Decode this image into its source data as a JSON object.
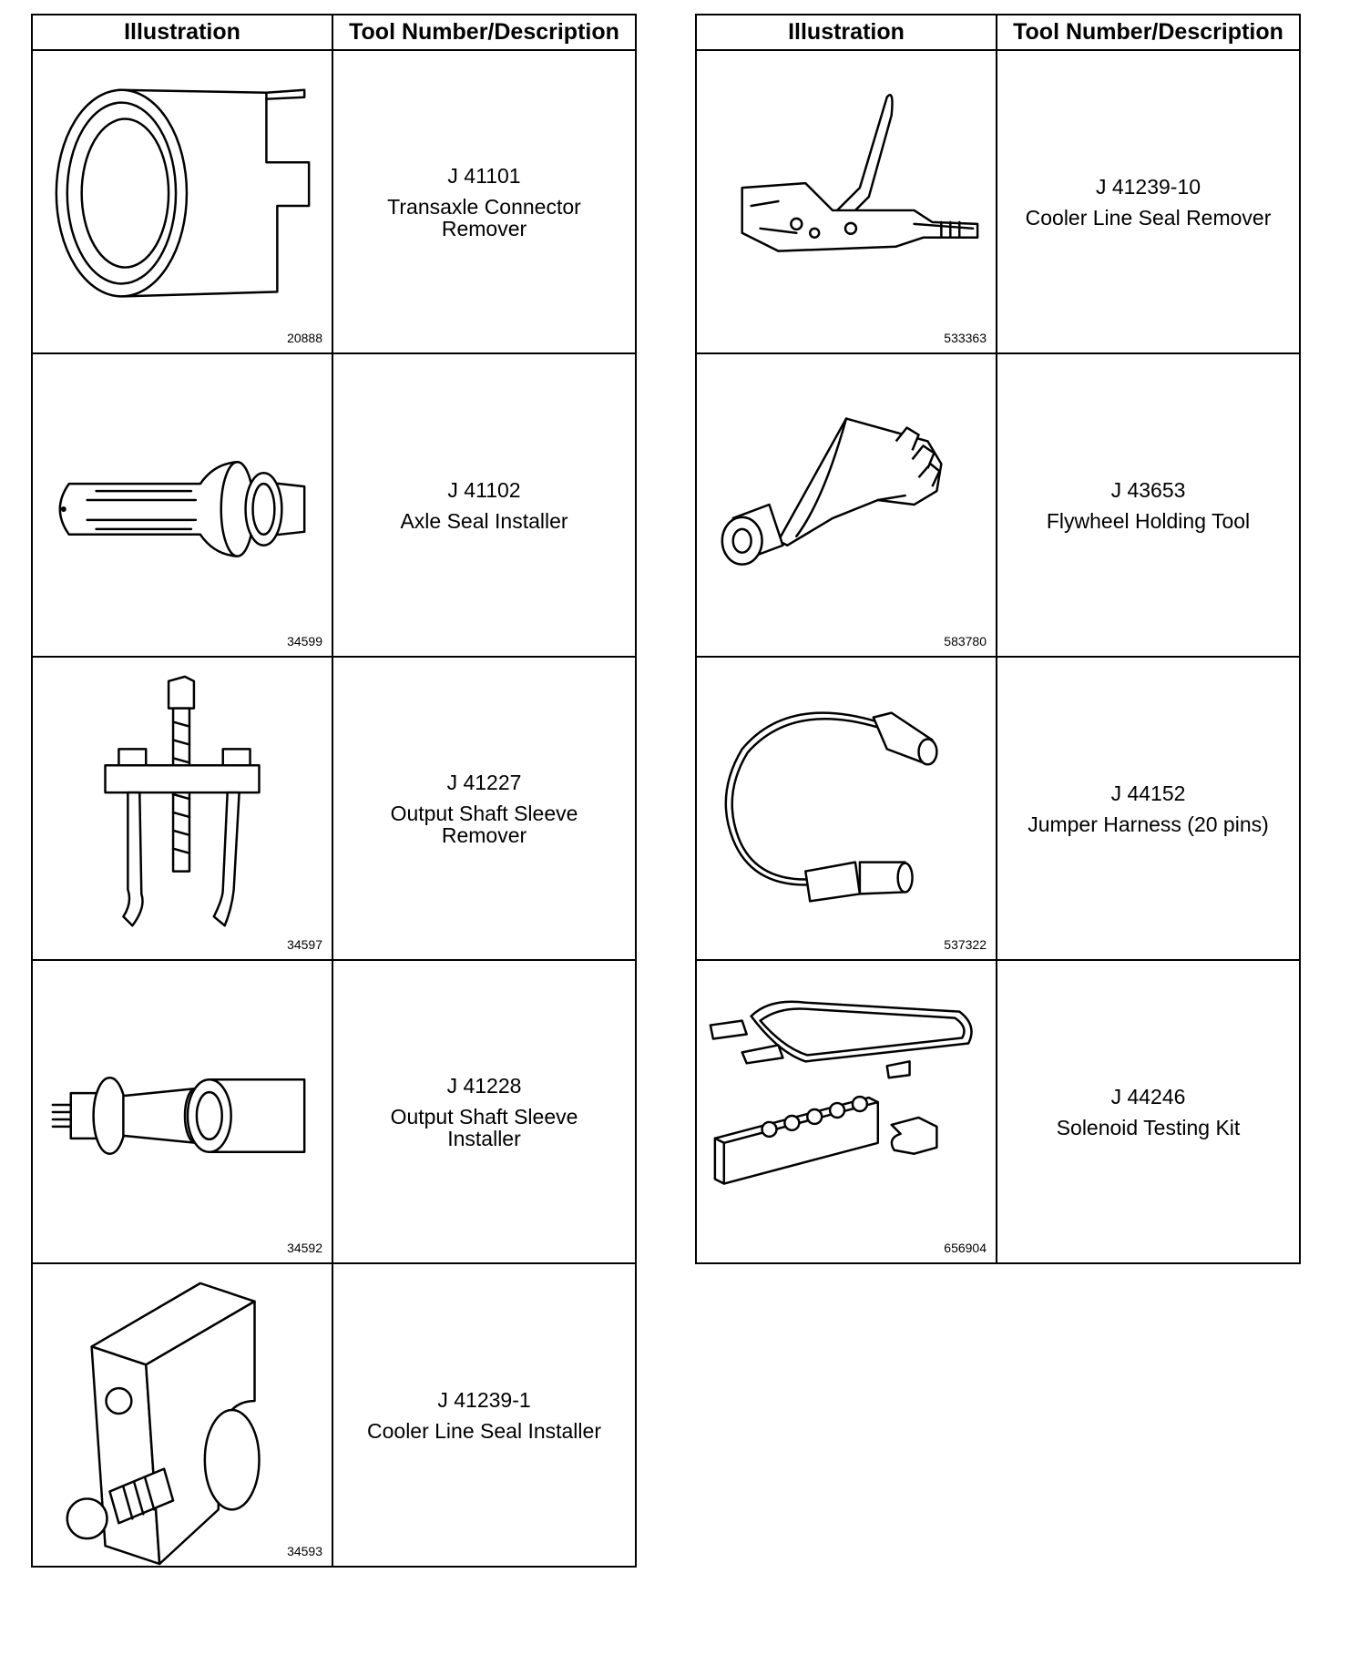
{
  "left_table": {
    "headers": {
      "illustration": "Illustration",
      "tool": "Tool Number/Description"
    },
    "rows": [
      {
        "figure": "20888",
        "number": "J 41101",
        "description": "Transaxle Connector Remover",
        "icon": "connector-remover-icon"
      },
      {
        "figure": "34599",
        "number": "J 41102",
        "description": "Axle Seal Installer",
        "icon": "axle-seal-installer-icon"
      },
      {
        "figure": "34597",
        "number": "J 41227",
        "description": "Output Shaft Sleeve Remover",
        "icon": "puller-icon"
      },
      {
        "figure": "34592",
        "number": "J 41228",
        "description": "Output Shaft Sleeve Installer",
        "icon": "sleeve-installer-icon"
      },
      {
        "figure": "34593",
        "number": "J 41239-1",
        "description": "Cooler Line Seal Installer",
        "icon": "seal-installer-block-icon"
      }
    ]
  },
  "right_table": {
    "headers": {
      "illustration": "Illustration",
      "tool": "Tool Number/Description"
    },
    "rows": [
      {
        "figure": "533363",
        "number": "J 41239-10",
        "description": "Cooler Line Seal Remover",
        "icon": "plier-remover-icon"
      },
      {
        "figure": "583780",
        "number": "J 43653",
        "description": "Flywheel Holding Tool",
        "icon": "flywheel-holder-icon"
      },
      {
        "figure": "537322",
        "number": "J 44152",
        "description": "Jumper Harness (20 pins)",
        "icon": "jumper-harness-icon"
      },
      {
        "figure": "656904",
        "number": "J 44246",
        "description": "Solenoid Testing Kit",
        "icon": "testing-kit-icon"
      }
    ]
  }
}
